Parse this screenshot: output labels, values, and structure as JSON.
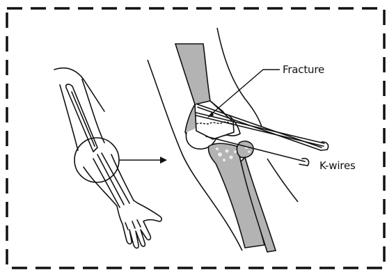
{
  "labels": {
    "fracture": "Fracture",
    "kwires": "K-wires"
  },
  "colors": {
    "line": "#111111",
    "bone_fill": "#b3b3b3",
    "background": "#ffffff"
  },
  "icons": {
    "pointer_arrow": "right-arrow",
    "frame_border": "dashed-rectangle"
  }
}
